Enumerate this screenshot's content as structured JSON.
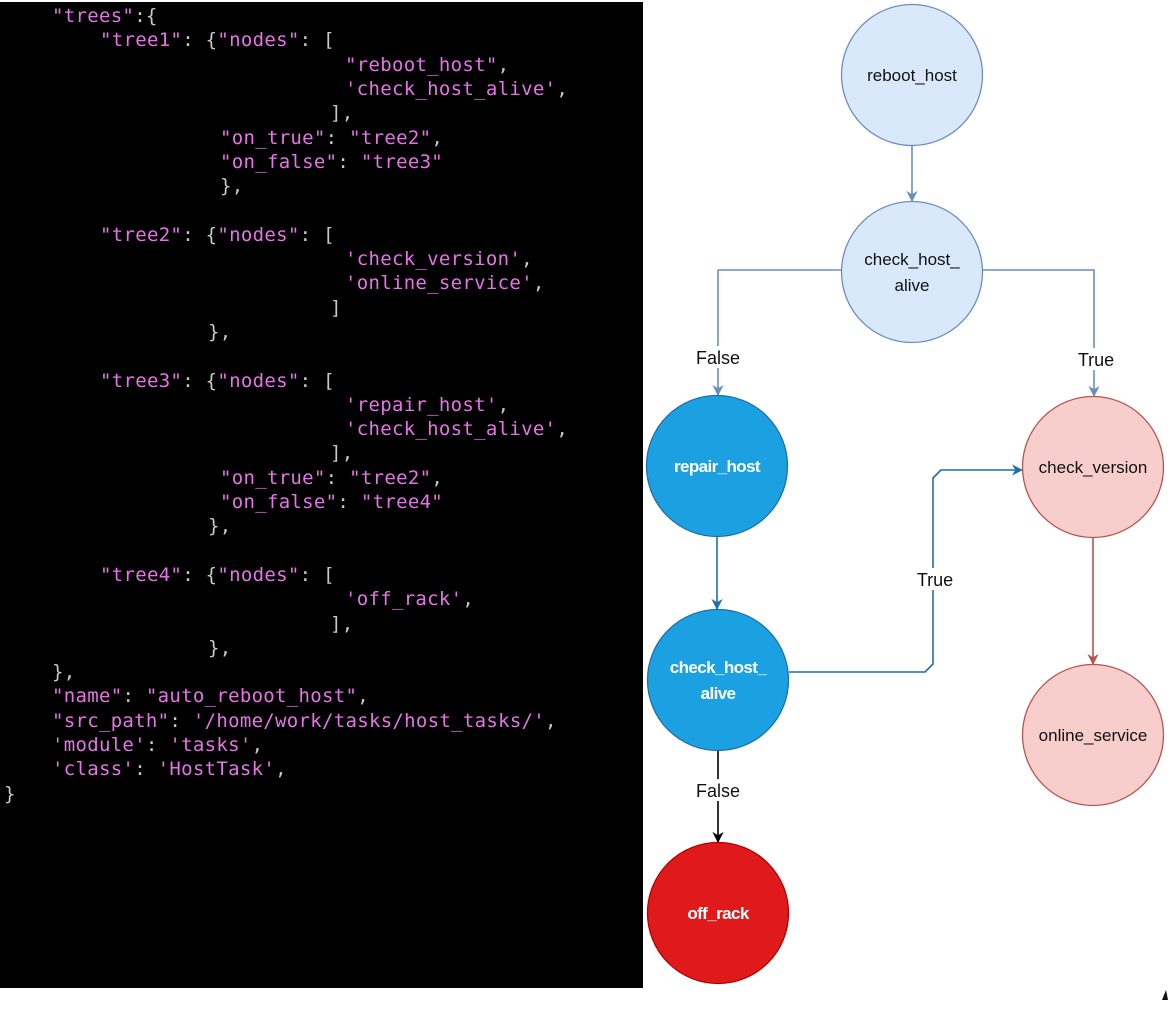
{
  "code": {
    "lines": [
      {
        "indent": 52,
        "tokens": [
          [
            "s",
            "\"trees\""
          ],
          [
            "p",
            ":{"
          ]
        ]
      },
      {
        "indent": 100,
        "tokens": [
          [
            "s",
            "\"tree1\""
          ],
          [
            "p",
            ": {"
          ],
          [
            "s",
            "\"nodes\""
          ],
          [
            "p",
            ": ["
          ]
        ]
      },
      {
        "indent": 345,
        "tokens": [
          [
            "s",
            "\"reboot_host\""
          ],
          [
            "p",
            ","
          ]
        ]
      },
      {
        "indent": 345,
        "tokens": [
          [
            "s",
            "'check_host_alive'"
          ],
          [
            "p",
            ","
          ]
        ]
      },
      {
        "indent": 330,
        "tokens": [
          [
            "p",
            "],"
          ]
        ]
      },
      {
        "indent": 220,
        "tokens": [
          [
            "s",
            "\"on_true\""
          ],
          [
            "p",
            ": "
          ],
          [
            "s",
            "\"tree2\""
          ],
          [
            "p",
            ","
          ]
        ]
      },
      {
        "indent": 220,
        "tokens": [
          [
            "s",
            "\"on_false\""
          ],
          [
            "p",
            ": "
          ],
          [
            "s",
            "\"tree3\""
          ]
        ]
      },
      {
        "indent": 220,
        "tokens": [
          [
            "p",
            "},"
          ]
        ]
      },
      {
        "indent": 0,
        "tokens": []
      },
      {
        "indent": 100,
        "tokens": [
          [
            "s",
            "\"tree2\""
          ],
          [
            "p",
            ": {"
          ],
          [
            "s",
            "\"nodes\""
          ],
          [
            "p",
            ": ["
          ]
        ]
      },
      {
        "indent": 345,
        "tokens": [
          [
            "s",
            "'check_version'"
          ],
          [
            "p",
            ","
          ]
        ]
      },
      {
        "indent": 345,
        "tokens": [
          [
            "s",
            "'online_service'"
          ],
          [
            "p",
            ","
          ]
        ]
      },
      {
        "indent": 330,
        "tokens": [
          [
            "p",
            "]"
          ]
        ]
      },
      {
        "indent": 208,
        "tokens": [
          [
            "p",
            "},"
          ]
        ]
      },
      {
        "indent": 0,
        "tokens": []
      },
      {
        "indent": 100,
        "tokens": [
          [
            "s",
            "\"tree3\""
          ],
          [
            "p",
            ": {"
          ],
          [
            "s",
            "\"nodes\""
          ],
          [
            "p",
            ": ["
          ]
        ]
      },
      {
        "indent": 345,
        "tokens": [
          [
            "s",
            "'repair_host'"
          ],
          [
            "p",
            ","
          ]
        ]
      },
      {
        "indent": 345,
        "tokens": [
          [
            "s",
            "'check_host_alive'"
          ],
          [
            "p",
            ","
          ]
        ]
      },
      {
        "indent": 330,
        "tokens": [
          [
            "p",
            "],"
          ]
        ]
      },
      {
        "indent": 220,
        "tokens": [
          [
            "s",
            "\"on_true\""
          ],
          [
            "p",
            ": "
          ],
          [
            "s",
            "\"tree2\""
          ],
          [
            "p",
            ","
          ]
        ]
      },
      {
        "indent": 220,
        "tokens": [
          [
            "s",
            "\"on_false\""
          ],
          [
            "p",
            ": "
          ],
          [
            "s",
            "\"tree4\""
          ]
        ]
      },
      {
        "indent": 208,
        "tokens": [
          [
            "p",
            "},"
          ]
        ]
      },
      {
        "indent": 0,
        "tokens": []
      },
      {
        "indent": 100,
        "tokens": [
          [
            "s",
            "\"tree4\""
          ],
          [
            "p",
            ": {"
          ],
          [
            "s",
            "\"nodes\""
          ],
          [
            "p",
            ": ["
          ]
        ]
      },
      {
        "indent": 345,
        "tokens": [
          [
            "s",
            "'off_rack'"
          ],
          [
            "p",
            ","
          ]
        ]
      },
      {
        "indent": 330,
        "tokens": [
          [
            "p",
            "],"
          ]
        ]
      },
      {
        "indent": 208,
        "tokens": [
          [
            "p",
            "},"
          ]
        ]
      },
      {
        "indent": 52,
        "tokens": [
          [
            "p",
            "},"
          ]
        ]
      },
      {
        "indent": 52,
        "tokens": [
          [
            "s",
            "\"name\""
          ],
          [
            "p",
            ": "
          ],
          [
            "s",
            "\"auto_reboot_host\""
          ],
          [
            "p",
            ","
          ]
        ]
      },
      {
        "indent": 52,
        "tokens": [
          [
            "s",
            "\"src_path\""
          ],
          [
            "p",
            ": "
          ],
          [
            "s",
            "'/home/work/tasks/host_tasks/'"
          ],
          [
            "p",
            ","
          ]
        ]
      },
      {
        "indent": 52,
        "tokens": [
          [
            "s",
            "'module'"
          ],
          [
            "p",
            ": "
          ],
          [
            "s",
            "'tasks'"
          ],
          [
            "p",
            ","
          ]
        ]
      },
      {
        "indent": 52,
        "tokens": [
          [
            "s",
            "'class'"
          ],
          [
            "p",
            ": "
          ],
          [
            "s",
            "'HostTask'"
          ],
          [
            "p",
            ","
          ]
        ]
      },
      {
        "indent": 4,
        "tokens": [
          [
            "p",
            "}"
          ]
        ]
      }
    ]
  },
  "diagram": {
    "nodes": [
      {
        "id": "reboot_host",
        "lines": [
          "reboot_host"
        ],
        "style": "light-blue"
      },
      {
        "id": "check_host_alive_1",
        "lines": [
          "check_host_",
          "alive"
        ],
        "style": "light-blue"
      },
      {
        "id": "repair_host",
        "lines": [
          "repair_host"
        ],
        "style": "blue"
      },
      {
        "id": "check_host_alive_2",
        "lines": [
          "check_host_",
          "alive"
        ],
        "style": "blue"
      },
      {
        "id": "off_rack",
        "lines": [
          "off_rack"
        ],
        "style": "red"
      },
      {
        "id": "check_version",
        "lines": [
          "check_version"
        ],
        "style": "pink"
      },
      {
        "id": "online_service",
        "lines": [
          "online_service"
        ],
        "style": "pink"
      }
    ],
    "edges": [
      {
        "from": "reboot_host",
        "to": "check_host_alive_1",
        "label": "",
        "color": "#6c8ebf"
      },
      {
        "from": "check_host_alive_1",
        "to": "repair_host",
        "label": "False",
        "color": "#6c8ebf"
      },
      {
        "from": "check_host_alive_1",
        "to": "check_version",
        "label": "True",
        "color": "#6c8ebf"
      },
      {
        "from": "repair_host",
        "to": "check_host_alive_2",
        "label": "",
        "color": "#1f6fa8"
      },
      {
        "from": "check_host_alive_2",
        "to": "check_version",
        "label": "True",
        "color": "#1f6fa8"
      },
      {
        "from": "check_host_alive_2",
        "to": "off_rack",
        "label": "False",
        "color": "#000000"
      },
      {
        "from": "check_version",
        "to": "online_service",
        "label": "",
        "color": "#b85450"
      }
    ],
    "styles": {
      "light-blue": {
        "fill": "#dae8fc",
        "stroke": "#6c8ebf",
        "text": "#111111",
        "bold": false
      },
      "blue": {
        "fill": "#1ba1e2",
        "stroke": "#1f6fa8",
        "text": "#ffffff",
        "bold": true
      },
      "red": {
        "fill": "#e01a1a",
        "stroke": "#b20000",
        "text": "#ffffff",
        "bold": true
      },
      "pink": {
        "fill": "#f8cecc",
        "stroke": "#b85450",
        "text": "#111111",
        "bold": false
      }
    }
  }
}
